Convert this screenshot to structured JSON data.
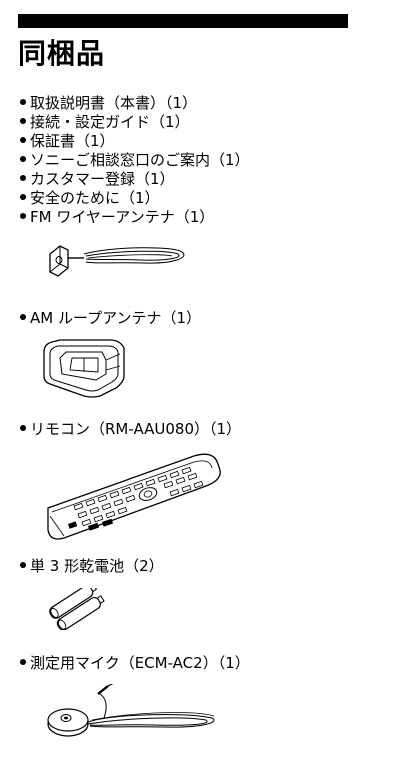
{
  "page": {
    "title": "同梱品"
  },
  "items": [
    {
      "label": "取扱説明書（本書）（1）"
    },
    {
      "label": "接続・設定ガイド（1）"
    },
    {
      "label": "保証書（1）"
    },
    {
      "label": "ソニーご相談窓口のご案内（1）"
    },
    {
      "label": "カスタマー登録（1）"
    },
    {
      "label": "安全のために（1）"
    },
    {
      "label": "FM ワイヤーアンテナ（1）"
    },
    {
      "label": "AM ループアンテナ（1）"
    },
    {
      "label": "リモコン（RM-AAU080）（1）"
    },
    {
      "label": "単 3 形乾電池（2）"
    },
    {
      "label": "測定用マイク（ECM-AC2）（1）"
    }
  ],
  "illustrations": [
    {
      "name": "fm-wire-antenna-illustration"
    },
    {
      "name": "am-loop-antenna-illustration"
    },
    {
      "name": "remote-control-illustration"
    },
    {
      "name": "aa-batteries-illustration"
    },
    {
      "name": "measurement-microphone-illustration"
    }
  ]
}
